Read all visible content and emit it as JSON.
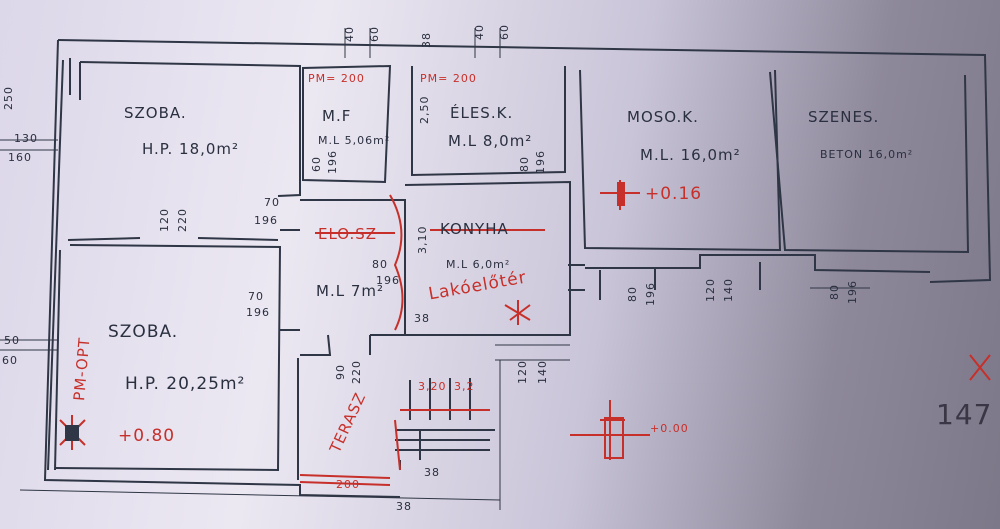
{
  "rooms": {
    "szoba1": {
      "name": "SZOBA.",
      "area": "H.P. 18,0m²"
    },
    "mf": {
      "name": "M.F",
      "area": "M.L 5,06m²",
      "note": "PM= 200"
    },
    "eles": {
      "name": "ÉLES.K.",
      "area": "M.L 8,0m²",
      "note": "PM= 200"
    },
    "mosok": {
      "name": "MOSO.K.",
      "area": "M.L. 16,0m²"
    },
    "szenes": {
      "name": "SZENES.",
      "area": "BETON 16,0m²"
    },
    "konyha": {
      "name": "KONYHA",
      "alt": "ELO.SZ",
      "area": "M.L 6,0m²",
      "overwrite": "Lakóelőtér"
    },
    "hall": {
      "area": "M.L 7m²"
    },
    "szoba2": {
      "name": "SZOBA.",
      "area": "H.P. 20,25m²"
    }
  },
  "markers": {
    "level_016": "+0.16",
    "level_080": "+0.80",
    "level_000": "+0.00",
    "pm_opt": "PM-OPT",
    "terasz": "TERASZ",
    "corner_num": "147"
  },
  "dims": {
    "top1": "40",
    "top2": "60",
    "top3": "38",
    "top4": "40",
    "top5": "60",
    "left_250": "250",
    "left_130": "130",
    "left_160": "160",
    "left_50": "50",
    "left_60": "60",
    "v_250": "2,50",
    "v_60": "60",
    "v_196a": "196",
    "v_80": "80",
    "v_196b": "196",
    "d_70a": "70",
    "d_196a": "196",
    "d_120": "120",
    "d_220": "220",
    "d_70b": "70",
    "d_196b": "196",
    "d_80": "80",
    "d_196c": "196",
    "d_310": "3,10",
    "d_38": "38",
    "d_90": "90",
    "d_220b": "220",
    "d_120b": "120",
    "d_140": "140",
    "d_80b": "80",
    "d_196d": "196",
    "d_120c": "120",
    "d_140b": "140",
    "d_80c": "80",
    "d_196e": "196",
    "stair_320": "3,20",
    "stair_32": "3,2",
    "bot_38": "38",
    "bot_200": "200"
  },
  "colors": {
    "ink": "#2a3040",
    "red": "#c7302a",
    "paper": "#e6e2ee"
  }
}
